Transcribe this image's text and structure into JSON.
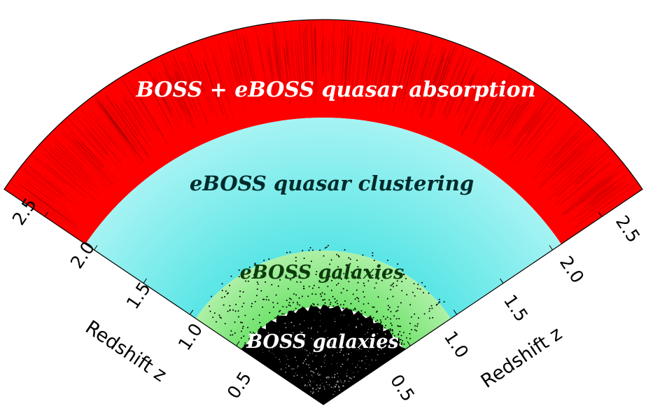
{
  "regions": {
    "absorption": {
      "label": "BOSS + eBOSS quasar absorption",
      "color": "#ff0000",
      "line_color": "#8b0000",
      "text_color": "#ffffff"
    },
    "quasar_clustering": {
      "label": "eBOSS quasar clustering",
      "color_inner": "#35e0e0",
      "color_outer": "#9af2f2",
      "text_color": "#002b2b"
    },
    "eboss_galaxies": {
      "label": "eBOSS galaxies",
      "color_inner": "#39d839",
      "color_outer": "#a6f0a0",
      "text_color": "#0d3a0d"
    },
    "boss_galaxies": {
      "label": "BOSS galaxies",
      "color": "#000000",
      "text_color": "#ffffff"
    }
  },
  "axes": {
    "left": {
      "title": "Redshift z",
      "ticks": [
        "0.5",
        "1.0",
        "1.5",
        "2.0",
        "2.5"
      ]
    },
    "right": {
      "title": "Redshift z",
      "ticks": [
        "0.5",
        "1.0",
        "1.5",
        "2.0",
        "2.5"
      ]
    }
  }
}
